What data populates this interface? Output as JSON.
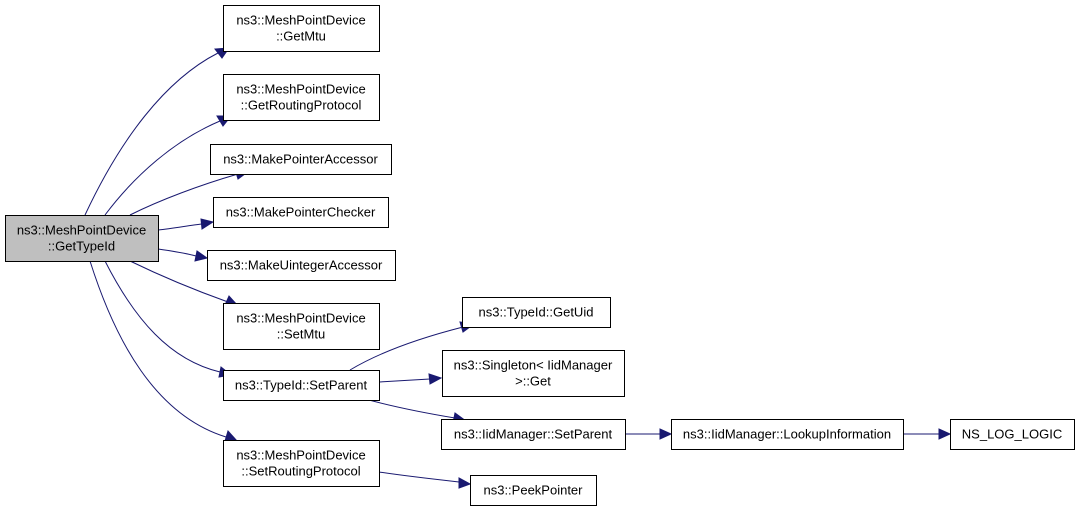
{
  "graph": {
    "nodes": [
      {
        "id": "root",
        "lines": [
          "ns3::MeshPointDevice",
          "::GetTypeId"
        ],
        "root": true
      },
      {
        "id": "getmtu",
        "lines": [
          "ns3::MeshPointDevice",
          "::GetMtu"
        ]
      },
      {
        "id": "getrouting",
        "lines": [
          "ns3::MeshPointDevice",
          "::GetRoutingProtocol"
        ]
      },
      {
        "id": "mkptracc",
        "lines": [
          "ns3::MakePointerAccessor"
        ]
      },
      {
        "id": "mkptrchk",
        "lines": [
          "ns3::MakePointerChecker"
        ]
      },
      {
        "id": "mkuintacc",
        "lines": [
          "ns3::MakeUintegerAccessor"
        ]
      },
      {
        "id": "setmtu",
        "lines": [
          "ns3::MeshPointDevice",
          "::SetMtu"
        ]
      },
      {
        "id": "setparent",
        "lines": [
          "ns3::TypeId::SetParent"
        ]
      },
      {
        "id": "setrouting",
        "lines": [
          "ns3::MeshPointDevice",
          "::SetRoutingProtocol"
        ]
      },
      {
        "id": "getuid",
        "lines": [
          "ns3::TypeId::GetUid"
        ]
      },
      {
        "id": "singleton",
        "lines": [
          "ns3::Singleton< IidManager",
          " >::Get"
        ]
      },
      {
        "id": "iidsetparent",
        "lines": [
          "ns3::IidManager::SetParent"
        ]
      },
      {
        "id": "peekptr",
        "lines": [
          "ns3::PeekPointer"
        ]
      },
      {
        "id": "lookup",
        "lines": [
          "ns3::IidManager::LookupInformation"
        ]
      },
      {
        "id": "nslog",
        "lines": [
          "NS_LOG_LOGIC"
        ]
      }
    ],
    "edges": [
      {
        "from": "root",
        "to": "getmtu"
      },
      {
        "from": "root",
        "to": "getrouting"
      },
      {
        "from": "root",
        "to": "mkptracc"
      },
      {
        "from": "root",
        "to": "mkptrchk"
      },
      {
        "from": "root",
        "to": "mkuintacc"
      },
      {
        "from": "root",
        "to": "setmtu"
      },
      {
        "from": "root",
        "to": "setparent"
      },
      {
        "from": "root",
        "to": "setrouting"
      },
      {
        "from": "setparent",
        "to": "getuid"
      },
      {
        "from": "setparent",
        "to": "singleton"
      },
      {
        "from": "setparent",
        "to": "iidsetparent"
      },
      {
        "from": "setrouting",
        "to": "peekptr"
      },
      {
        "from": "iidsetparent",
        "to": "lookup"
      },
      {
        "from": "lookup",
        "to": "nslog"
      }
    ],
    "colors": {
      "edge": "#191970",
      "root_fill": "#bfbfbf",
      "node_fill": "#ffffff",
      "border": "#000000"
    }
  }
}
